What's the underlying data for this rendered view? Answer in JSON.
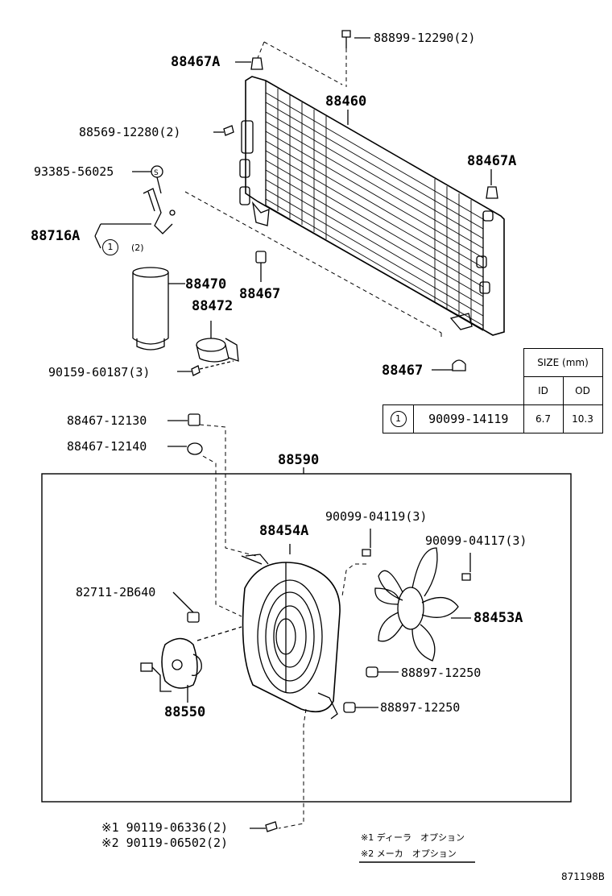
{
  "labels": {
    "p88899": "88899-12290(2)",
    "p88467A_top": "88467A",
    "p88460": "88460",
    "p88569": "88569-12280(2)",
    "p88467A_right": "88467A",
    "p93385": "93385-56025",
    "p88716A": "88716A",
    "circle_one": "1",
    "circle_qty": "(2)",
    "p88470": "88470",
    "p88467_mid": "88467",
    "p88472": "88472",
    "p90159": "90159-60187(3)",
    "p88467_bottom": "88467",
    "p88467_12130": "88467-12130",
    "p88467_12140": "88467-12140",
    "p88590": "88590",
    "p90099_04119": "90099-04119(3)",
    "p88454A": "88454A",
    "p90099_04117": "90099-04117(3)",
    "p82711": "82711-2B640",
    "p88453A": "88453A",
    "p88897_a": "88897-12250",
    "p88550": "88550",
    "p88897_b": "88897-12250",
    "p90119_a": "※1 90119-06336(2)",
    "p90119_b": "※2 90119-06502(2)",
    "note1": "※1 ディーラ　オプション",
    "note2": "※2 メーカ　オプション",
    "diagram_code": "871198B"
  },
  "size_table": {
    "header": "SIZE (mm)",
    "col_id": "ID",
    "col_od": "OD",
    "row_marker": "1",
    "row_part": "90099-14119",
    "row_id": "6.7",
    "row_od": "10.3"
  }
}
